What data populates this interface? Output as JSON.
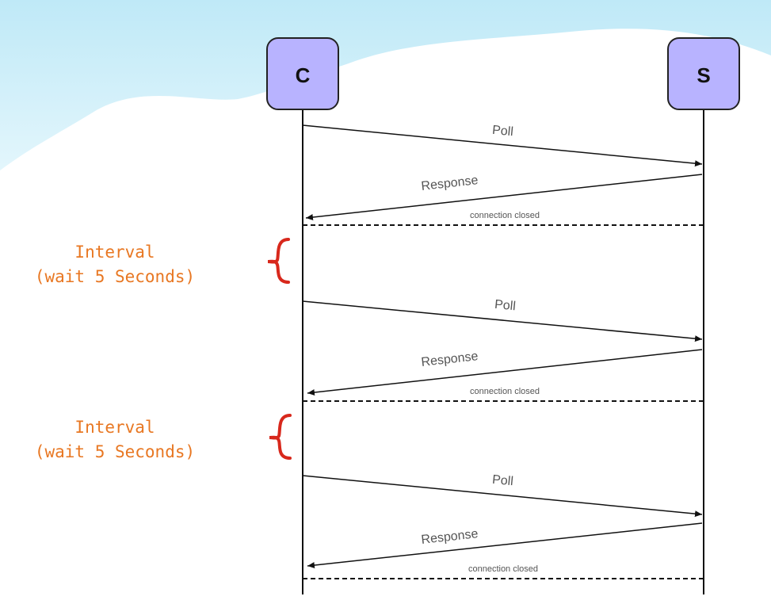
{
  "participants": {
    "client": {
      "label": "C",
      "fill": "#b8b3ff"
    },
    "server": {
      "label": "S",
      "fill": "#b8b3ff"
    }
  },
  "messages": [
    {
      "request": "Poll",
      "response": "Response",
      "closed": "connection closed"
    },
    {
      "request": "Poll",
      "response": "Response",
      "closed": "connection closed"
    },
    {
      "request": "Poll",
      "response": "Response",
      "closed": "connection closed"
    }
  ],
  "intervals": [
    {
      "line1": "Interval",
      "line2": "(wait 5 Seconds)"
    },
    {
      "line1": "Interval",
      "line2": "(wait 5 Seconds)"
    }
  ],
  "colors": {
    "interval_text": "#e87722",
    "brace": "#d8281c",
    "sky": "#cdeef8",
    "line": "#111111",
    "message_text": "#555555"
  }
}
